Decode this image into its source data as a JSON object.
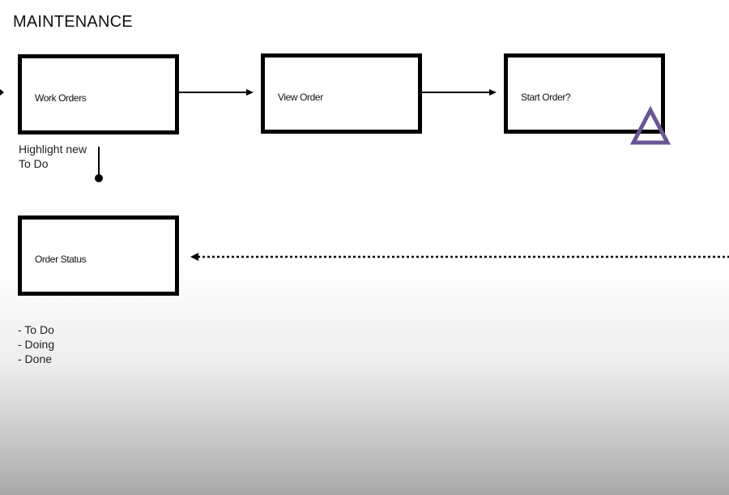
{
  "diagram": {
    "title": "MAINTENANCE",
    "nodes": {
      "work_orders": "Work Orders",
      "view_order": "View Order",
      "start_order": "Start Order?",
      "order_status": "Order Status"
    },
    "notes": {
      "highlight_line1": "Highlight new",
      "highlight_line2": "To Do"
    },
    "status_list": [
      "- To Do",
      "- Doing",
      "- Done"
    ],
    "colors": {
      "stroke": "#000000",
      "warning_triangle": "#6a5596"
    },
    "icons": {
      "warning": "triangle-icon"
    }
  }
}
